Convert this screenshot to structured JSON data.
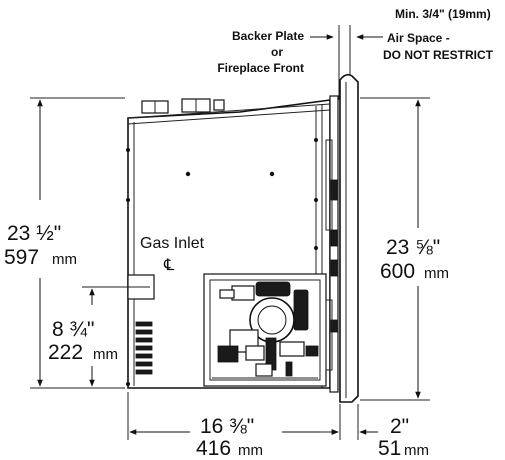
{
  "labels": {
    "backer_plate": "Backer Plate",
    "or": "or",
    "fireplace_front": "Fireplace Front",
    "min_clearance": "Min. 3/4\" (19mm)",
    "air_space": "Air Space -",
    "do_not_restrict": "DO NOT RESTRICT",
    "gas_inlet": "Gas Inlet",
    "centerline": "℄"
  },
  "dimensions": {
    "overall_height": {
      "imperial": "23 ½\"",
      "metric": "597",
      "unit": "mm"
    },
    "front_height": {
      "imperial": "23 ⅝\"",
      "metric": "600",
      "unit": "mm"
    },
    "gas_inlet_height": {
      "imperial": "8 ¾\"",
      "metric": "222",
      "unit": "mm"
    },
    "depth": {
      "imperial": "16 ⅜\"",
      "metric": "416",
      "unit": "mm"
    },
    "front_depth": {
      "imperial": "2\"",
      "metric": "51",
      "unit": "mm"
    }
  }
}
